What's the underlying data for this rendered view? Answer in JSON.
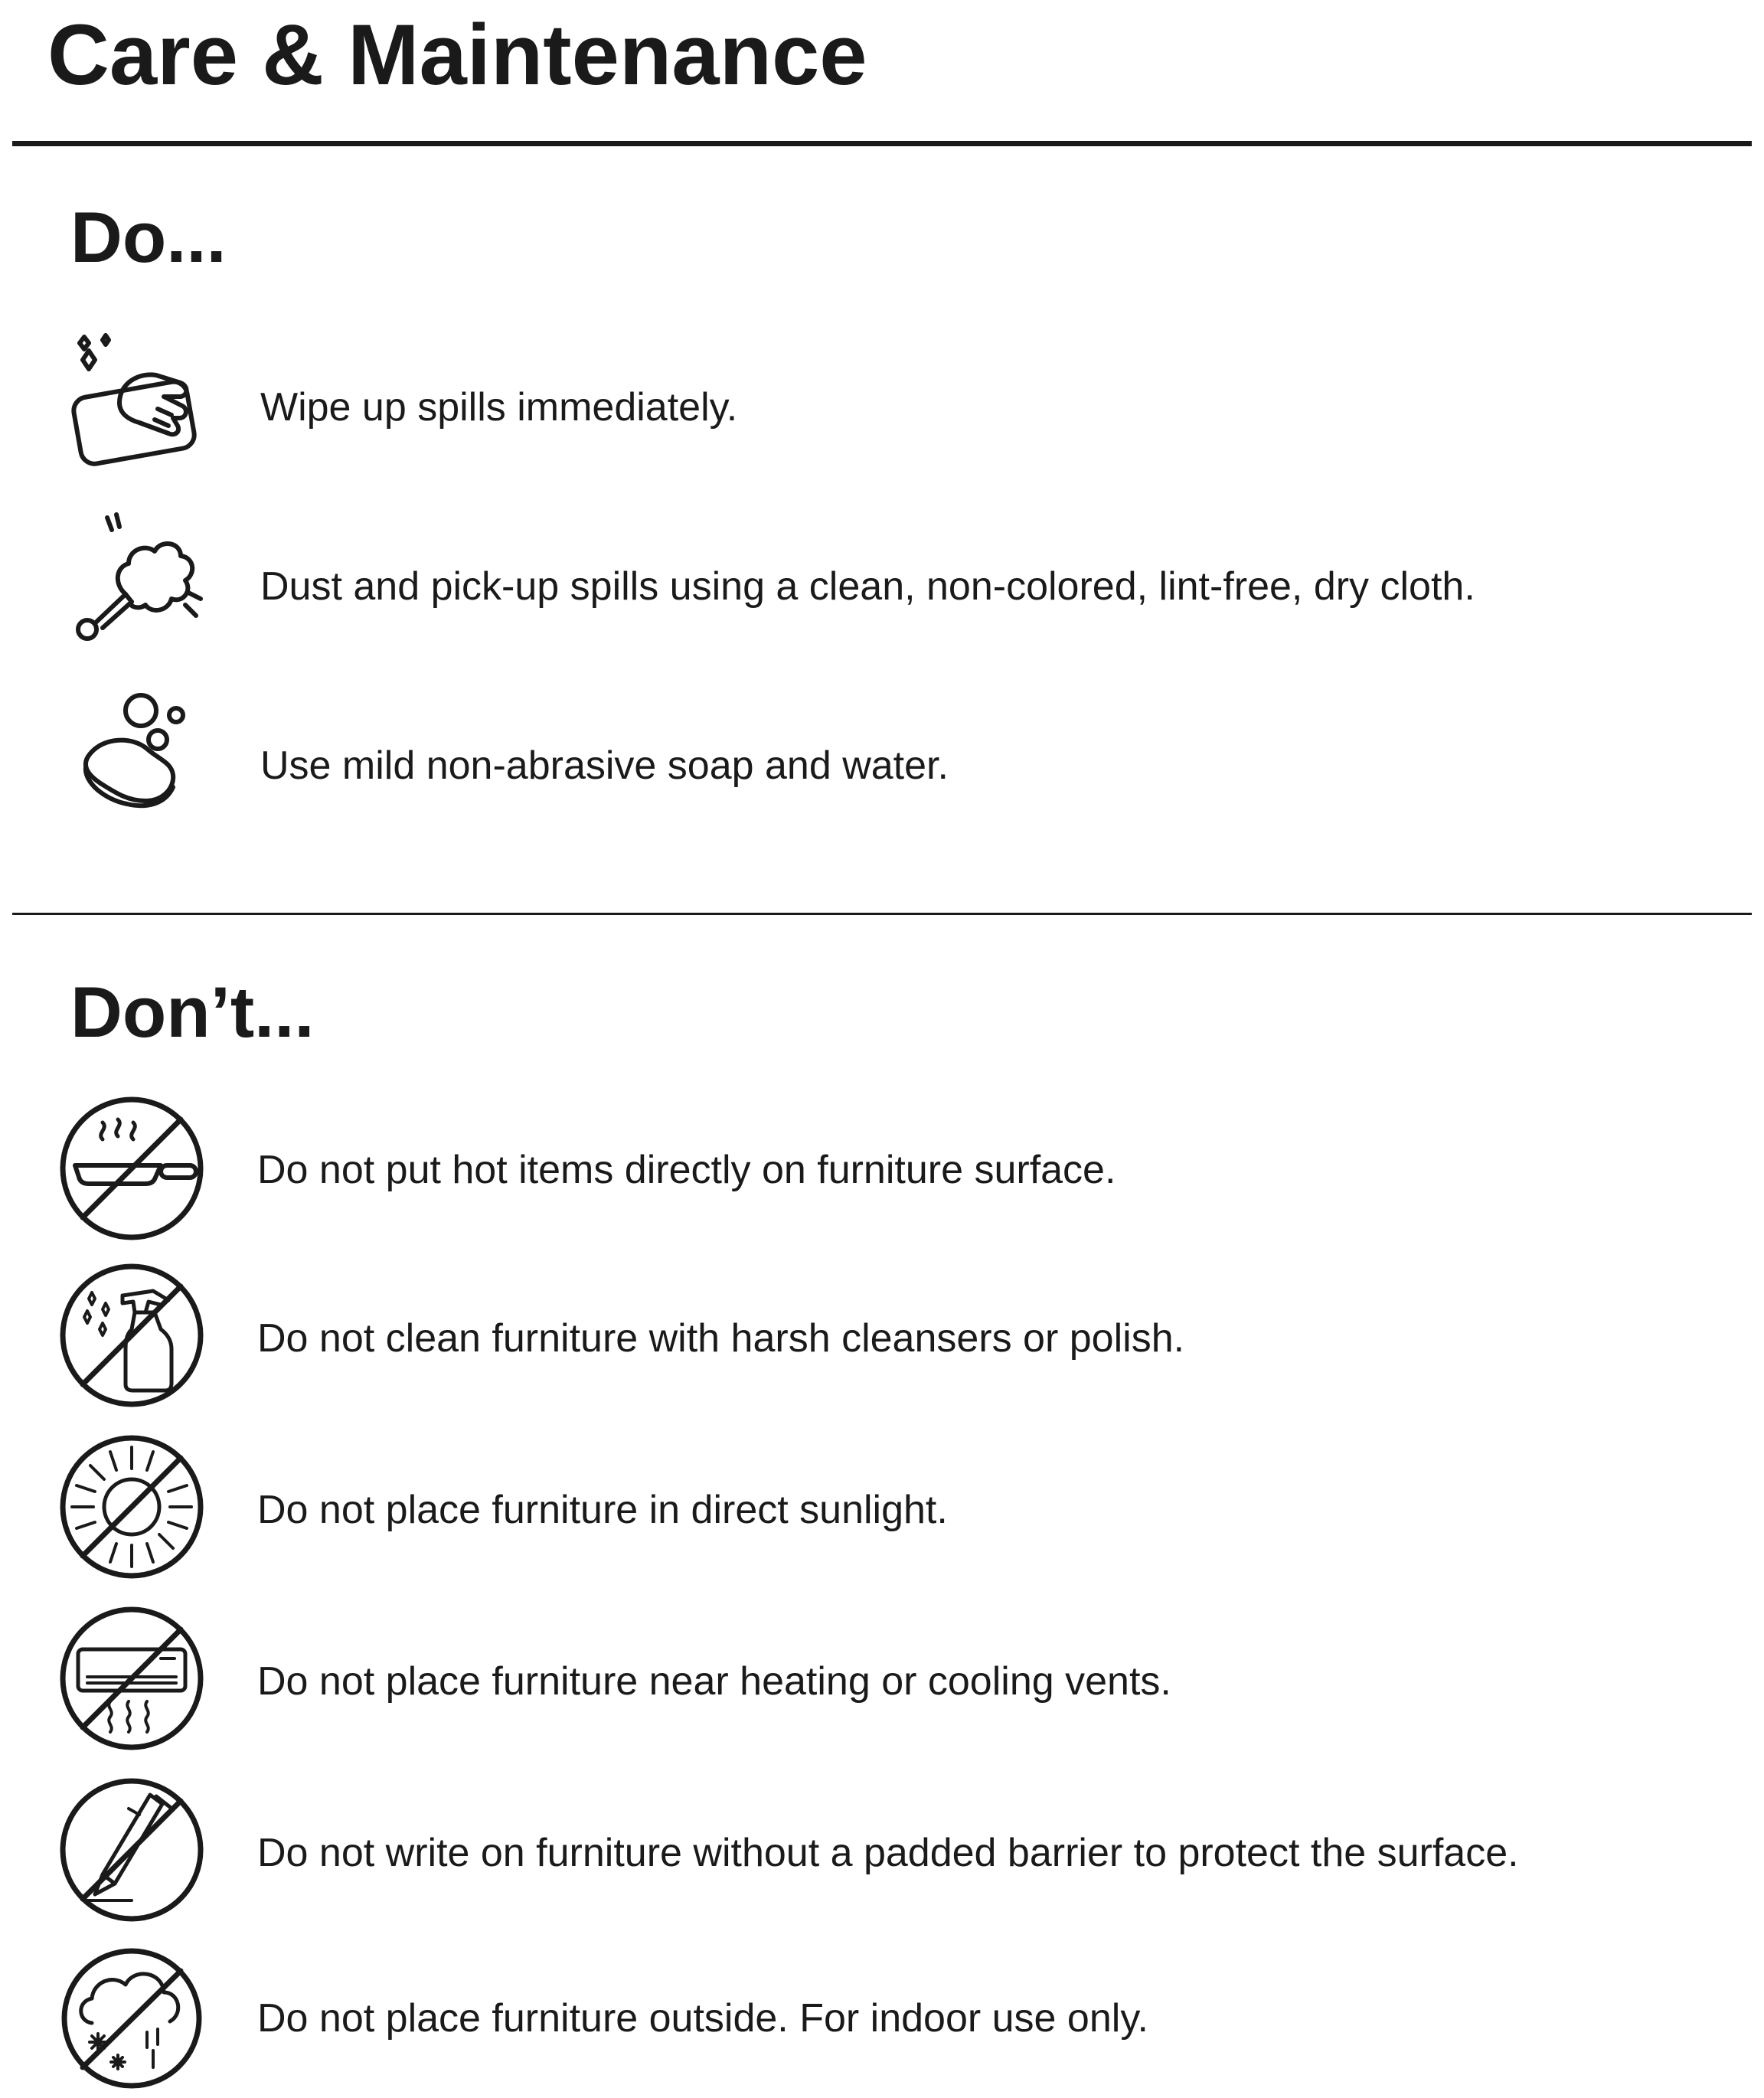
{
  "page": {
    "title": "Care & Maintenance"
  },
  "do_section": {
    "heading": "Do...",
    "items": [
      {
        "icon": "wipe-hand-sponge-icon",
        "text": "Wipe up spills immediately."
      },
      {
        "icon": "feather-duster-icon",
        "text": "Dust and pick-up spills using a clean, non-colored, lint-free, dry cloth."
      },
      {
        "icon": "soap-bubbles-icon",
        "text": "Use mild non-abrasive soap and water."
      }
    ]
  },
  "dont_section": {
    "heading": "Don’t...",
    "items": [
      {
        "icon": "no-hot-pan-icon",
        "text": "Do not put hot items directly on furniture surface."
      },
      {
        "icon": "no-spray-cleaner-icon",
        "text": "Do not clean furniture with harsh cleansers or polish."
      },
      {
        "icon": "no-sunlight-icon",
        "text": "Do not place furniture in direct sunlight."
      },
      {
        "icon": "no-air-vent-icon",
        "text": "Do not place furniture near heating or cooling vents."
      },
      {
        "icon": "no-writing-pen-icon",
        "text": "Do not write on furniture without a padded barrier to protect the surface."
      },
      {
        "icon": "no-outdoor-weather-icon",
        "text": "Do not place furniture outside. For indoor use only."
      }
    ]
  }
}
